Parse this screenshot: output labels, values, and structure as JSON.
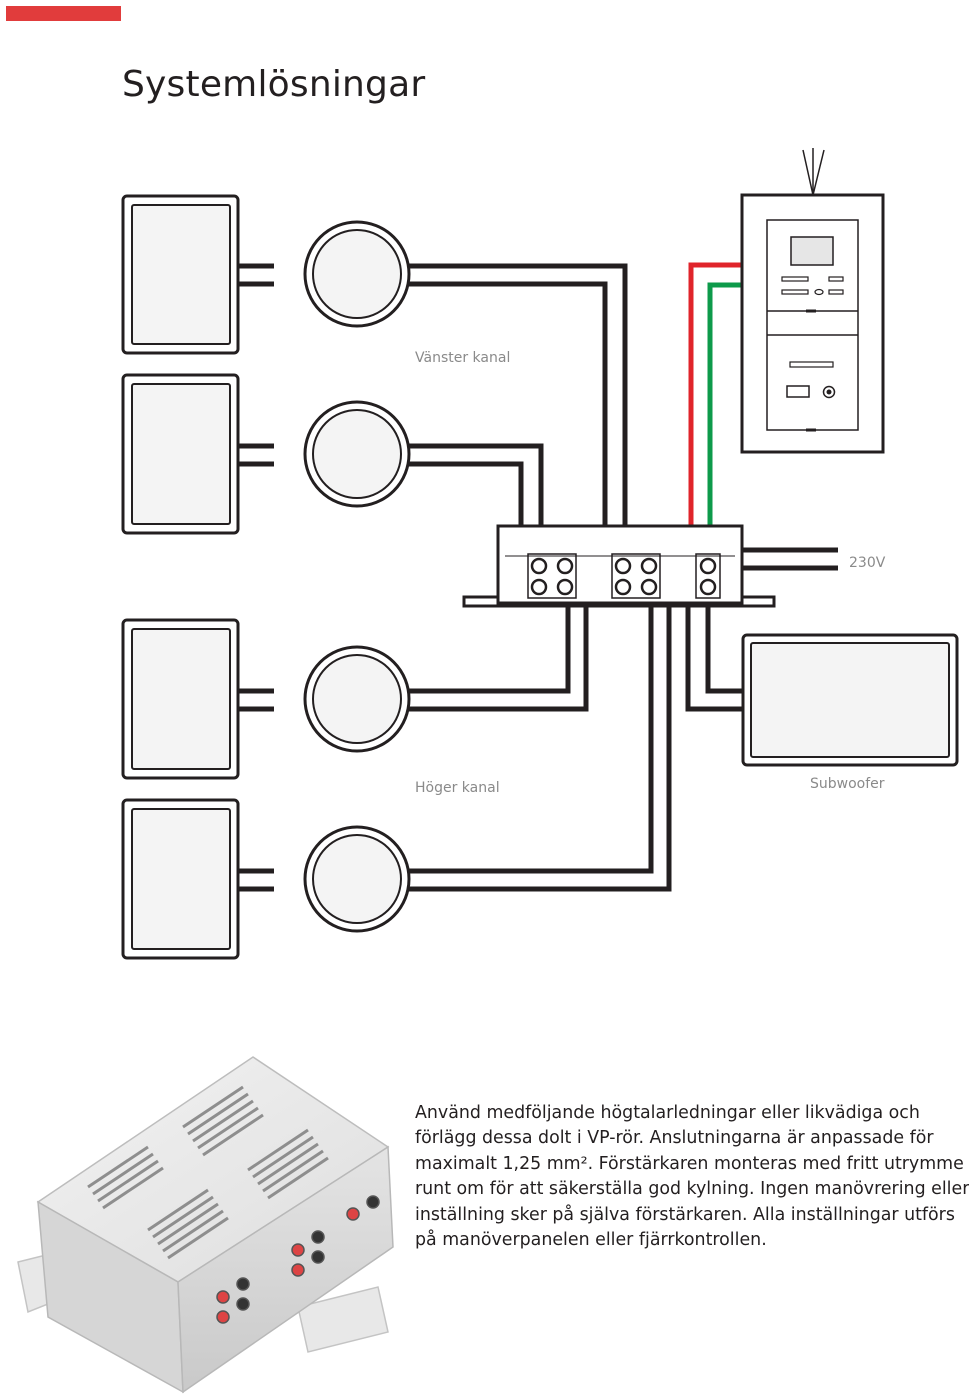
{
  "header": {
    "accent_color": "#e13c3c",
    "title": "Systemlösningar"
  },
  "diagram": {
    "labels": {
      "left_channel": "Vänster kanal",
      "right_channel": "Höger kanal",
      "mains": "230V",
      "subwoofer": "Subwoofer"
    },
    "wire_colors": {
      "speaker": "#231f20",
      "red": "#e0242b",
      "green": "#0d9a4a"
    }
  },
  "description": {
    "lines": [
      "Använd medföljande högtalarledningar eller likvädiga och",
      "förlägg dessa dolt i VP-rör. Anslutningarna är anpassade för",
      "maximalt 1,25 mm². Förstärkaren monteras med fritt utrymme",
      "runt om för att säkerställa god kylning. Ingen manövrering eller",
      "inställning sker på själva förstärkaren. Alla inställningar utförs",
      "på manöverpanelen eller fjärrkontrollen."
    ]
  }
}
